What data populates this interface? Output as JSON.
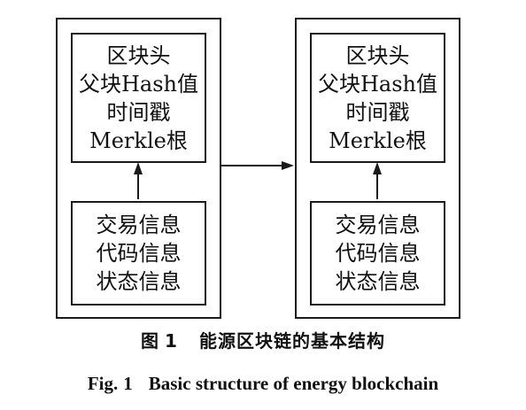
{
  "blocks": [
    {
      "header": {
        "title": "区块头",
        "fields": [
          "父块Hash值",
          "时间戳",
          "Merkle根"
        ]
      },
      "body": {
        "items": [
          "交易信息",
          "代码信息",
          "状态信息"
        ]
      }
    },
    {
      "header": {
        "title": "区块头",
        "fields": [
          "父块Hash值",
          "时间戳",
          "Merkle根"
        ]
      },
      "body": {
        "items": [
          "交易信息",
          "代码信息",
          "状态信息"
        ]
      }
    }
  ],
  "caption": {
    "cn_label": "图",
    "cn_number": "1",
    "cn_text": "能源区块链的基本结构",
    "en_label": "Fig.",
    "en_number": "1",
    "en_text": "Basic structure of energy blockchain"
  },
  "colors": {
    "stroke": "#1a1a1a",
    "background": "#ffffff"
  }
}
